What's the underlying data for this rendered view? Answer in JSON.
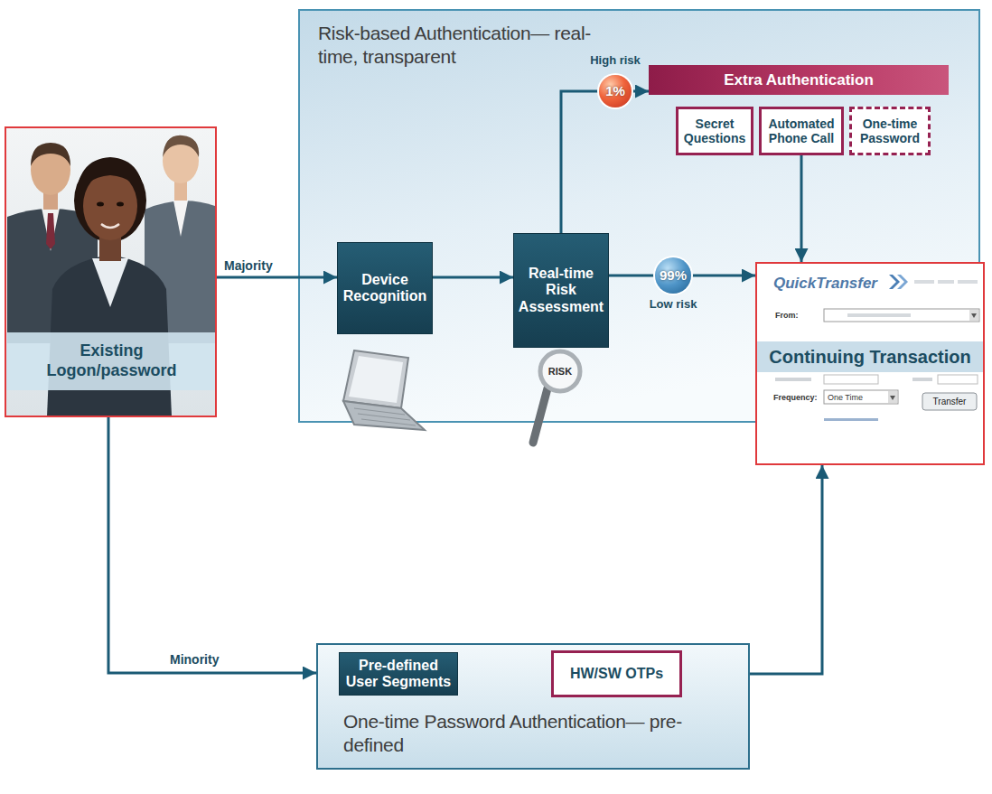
{
  "diagram": {
    "nodes": [
      {
        "text": [
          "Existing Logon/password"
        ]
      },
      {
        "text": [
          "Risk-based Authentication— real-time, transparent"
        ]
      },
      {
        "text": [
          "Device Recognition"
        ],
        "in": 1
      },
      {
        "text": [
          "Real-time Risk Assessment"
        ],
        "in": 1
      },
      {
        "text": [
          "High risk",
          "1%"
        ],
        "in": 1
      },
      {
        "text": [
          "Extra Authentication"
        ],
        "in": 1
      },
      {
        "text": [
          "Secret Questions"
        ],
        "in": 5
      },
      {
        "text": [
          "Automated Phone Call"
        ],
        "in": 5
      },
      {
        "text": [
          "One-time Password"
        ],
        "in": 5
      },
      {
        "text": [
          "99%",
          "Low risk"
        ],
        "in": 1
      },
      {
        "text": [
          "QuickTransfer",
          "From:",
          "Continuing Transaction",
          "Frequency:",
          "One Time",
          "Transfer"
        ]
      },
      {
        "text": [
          "One-time Password Authentication— pre-defined"
        ]
      },
      {
        "text": [
          "Pre-defined User Segments"
        ],
        "in": 11
      },
      {
        "text": [
          "HW/SW OTPs"
        ],
        "in": 11
      }
    ],
    "edges": [
      {
        "from": 0,
        "to": 2,
        "label": "Majority",
        "arrow": "to"
      },
      {
        "from": 2,
        "to": 3,
        "arrow": "to"
      },
      {
        "from": 3,
        "to": 4,
        "arrow": "none"
      },
      {
        "from": 4,
        "to": 5,
        "arrow": "to"
      },
      {
        "from": 3,
        "to": 9,
        "arrow": "none"
      },
      {
        "from": 9,
        "to": 10,
        "arrow": "to"
      },
      {
        "from": 5,
        "to": 10,
        "arrow": "to"
      },
      {
        "from": 0,
        "to": 11,
        "label": "Minority",
        "arrow": "to"
      },
      {
        "from": 12,
        "to": 13,
        "arrow": "to"
      },
      {
        "from": 13,
        "to": 10,
        "arrow": "to"
      }
    ],
    "labels": [
      "RISK"
    ]
  }
}
